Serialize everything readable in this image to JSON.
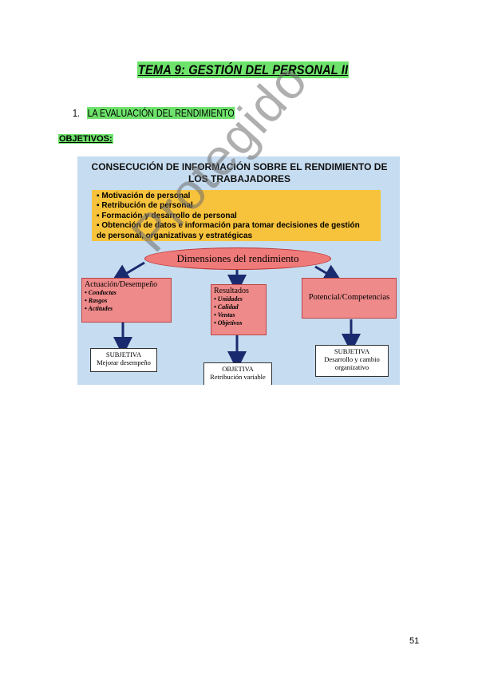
{
  "page": {
    "title": "TEMA 9: GESTIÓN DEL PERSONAL II",
    "section_number": "1.",
    "section_title": "LA EVALUACIÓN DEL RENDIMIENTO",
    "objetivos_label": "OBJETIVOS:",
    "page_number": "51",
    "watermark": "Protegido"
  },
  "diagram": {
    "header": "CONSECUCIÓN DE INFORMACIÓN SOBRE EL RENDIMIENTO DE LOS TRABAJADORES",
    "bullets": [
      "▪ Motivación de personal",
      "▪ Retribución de personal",
      "▪ Formación y desarrollo de personal",
      "▪ Obtención de datos e información para tomar decisiones de gestión",
      "de personal, organizativas y estratégicas"
    ],
    "ellipse": "Dimensiones del rendimiento",
    "actuacion": {
      "title": "Actuación/Desempeño",
      "items": [
        "• Conductas",
        "• Rasgos",
        "• Actitudes"
      ]
    },
    "resultados": {
      "title": "Resultados",
      "items": [
        "• Unidades",
        "• Calidad",
        "• Ventas",
        "• Objetivos"
      ]
    },
    "potencial": {
      "title": "Potencial/Competencias"
    },
    "subjetiva_left": {
      "line1": "SUBJETIVA",
      "line2": "Mejorar desempeño"
    },
    "objetiva": {
      "line1": "OBJETIVA",
      "line2": "Retribución variable"
    },
    "subjetiva_right": {
      "line1": "SUBJETIVA",
      "line2": "Desarrollo y cambio",
      "line3": "organizativo"
    },
    "colors": {
      "background": "#c6dcf0",
      "yellow": "#f7c23c",
      "pink": "#ef8a8a",
      "arrow": "#1a2a6e",
      "highlight": "#6ee36b"
    }
  }
}
